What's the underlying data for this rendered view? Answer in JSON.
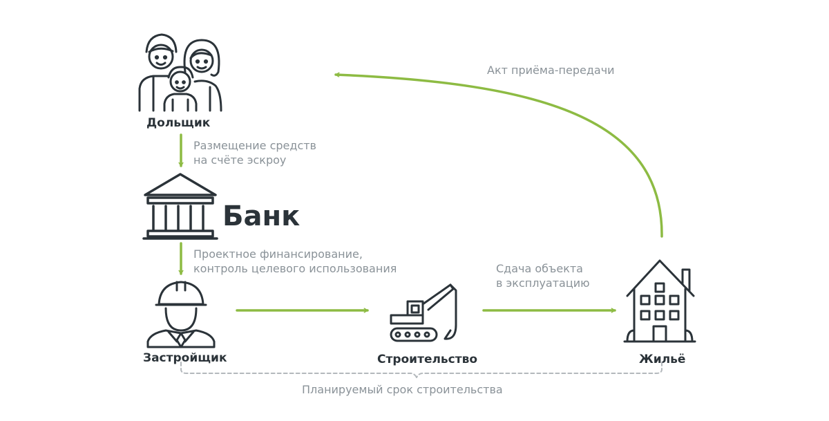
{
  "nodes": {
    "shareholder": "Дольщик",
    "bank": "Банк",
    "developer": "Застройщик",
    "construction": "Строительство",
    "housing": "Жильё"
  },
  "edges": {
    "funds_line1": "Размещение средств",
    "funds_line2": "на счёте эскроу",
    "financing_line1": "Проектное финансирование,",
    "financing_line2": "контроль целевого использования",
    "commissioning_line1": "Сдача объекта",
    "commissioning_line2": "в эксплуатацию",
    "acceptance": "Акт приёма-передачи"
  },
  "timeline_label": "Планируемый срок строительства",
  "colors": {
    "arrow": "#8dbb43",
    "icon": "#2b3339",
    "label_gray": "#8a9298",
    "dashed": "#b3b8bc"
  }
}
